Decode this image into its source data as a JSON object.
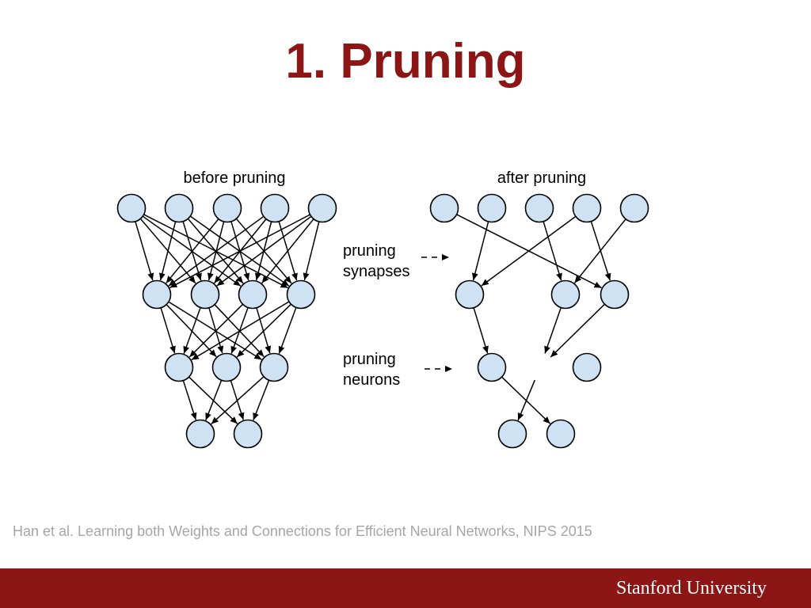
{
  "slide": {
    "title": "1. Pruning",
    "citation": "Han et al. Learning both Weights and Connections for Efficient Neural Networks, NIPS 2015",
    "footer_logo": "Stanford University"
  },
  "colors": {
    "brand": "#8c1515",
    "node_fill": "#cfe2f3",
    "node_stroke": "#000000",
    "citation_text": "#a6a6a6"
  },
  "diagram": {
    "before_label": "before pruning",
    "after_label": "after pruning",
    "synapses_label": [
      "pruning",
      "synapses"
    ],
    "neurons_label": [
      "pruning",
      "neurons"
    ],
    "layer_sizes": [
      5,
      4,
      3,
      2
    ],
    "before_edges": "fully-connected",
    "after_removed_neurons": [
      [],
      [
        1
      ],
      [
        1
      ],
      []
    ],
    "after_edges": [
      [
        [
          0,
          3
        ],
        [
          1,
          0
        ],
        [
          2,
          2
        ],
        [
          3,
          0
        ],
        [
          4,
          2
        ],
        [
          3,
          3
        ]
      ],
      [
        [
          0,
          0
        ],
        [
          2,
          1
        ],
        [
          3,
          1
        ]
      ],
      [
        [
          0,
          1
        ],
        [
          1,
          0
        ]
      ]
    ]
  }
}
